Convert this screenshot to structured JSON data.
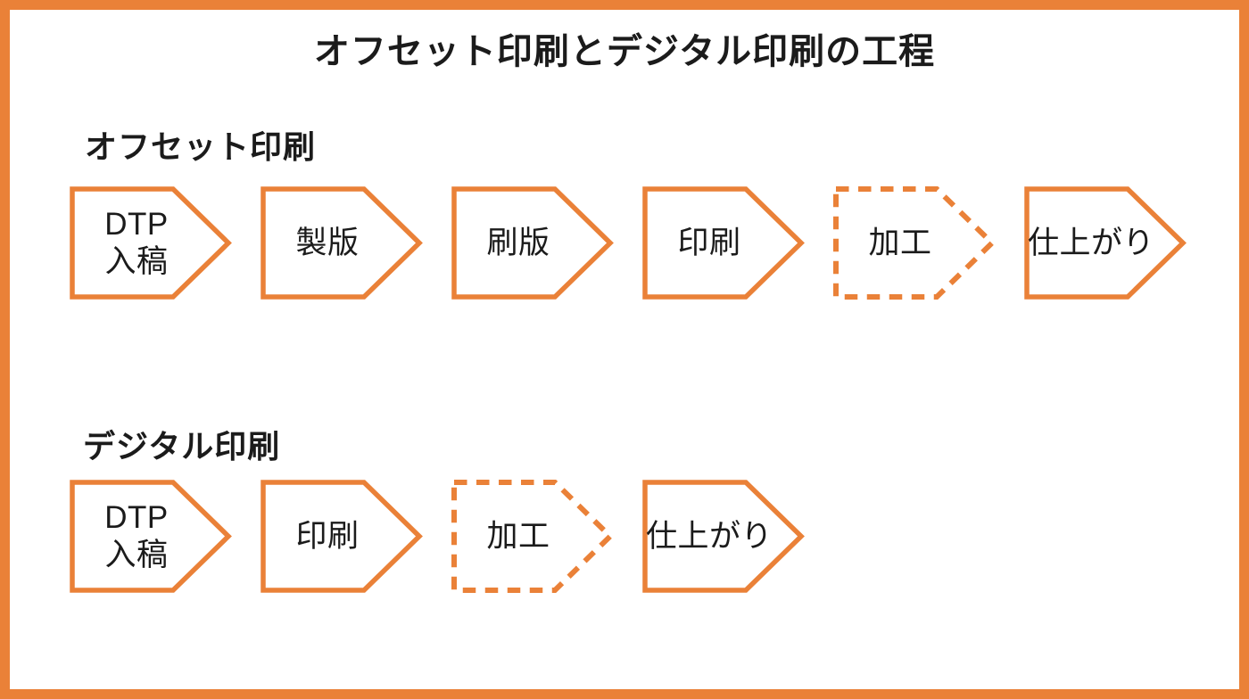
{
  "title": "オフセット印刷とデジタル印刷の工程",
  "colors": {
    "accent_orange": "#ea8138",
    "text": "#1b1b1b",
    "background": "#ffffff"
  },
  "rows": [
    {
      "heading": "オフセット印刷",
      "steps": [
        {
          "lines": [
            "DTP",
            "入稿"
          ],
          "style": "solid"
        },
        {
          "lines": [
            "製版"
          ],
          "style": "solid"
        },
        {
          "lines": [
            "刷版"
          ],
          "style": "solid"
        },
        {
          "lines": [
            "印刷"
          ],
          "style": "solid"
        },
        {
          "lines": [
            "加工"
          ],
          "style": "dashed"
        },
        {
          "lines": [
            "仕上がり"
          ],
          "style": "solid"
        }
      ]
    },
    {
      "heading": "デジタル印刷",
      "steps": [
        {
          "lines": [
            "DTP",
            "入稿"
          ],
          "style": "solid"
        },
        {
          "lines": [
            "印刷"
          ],
          "style": "solid"
        },
        {
          "lines": [
            "加工"
          ],
          "style": "dashed"
        },
        {
          "lines": [
            "仕上がり"
          ],
          "style": "solid"
        }
      ]
    }
  ]
}
